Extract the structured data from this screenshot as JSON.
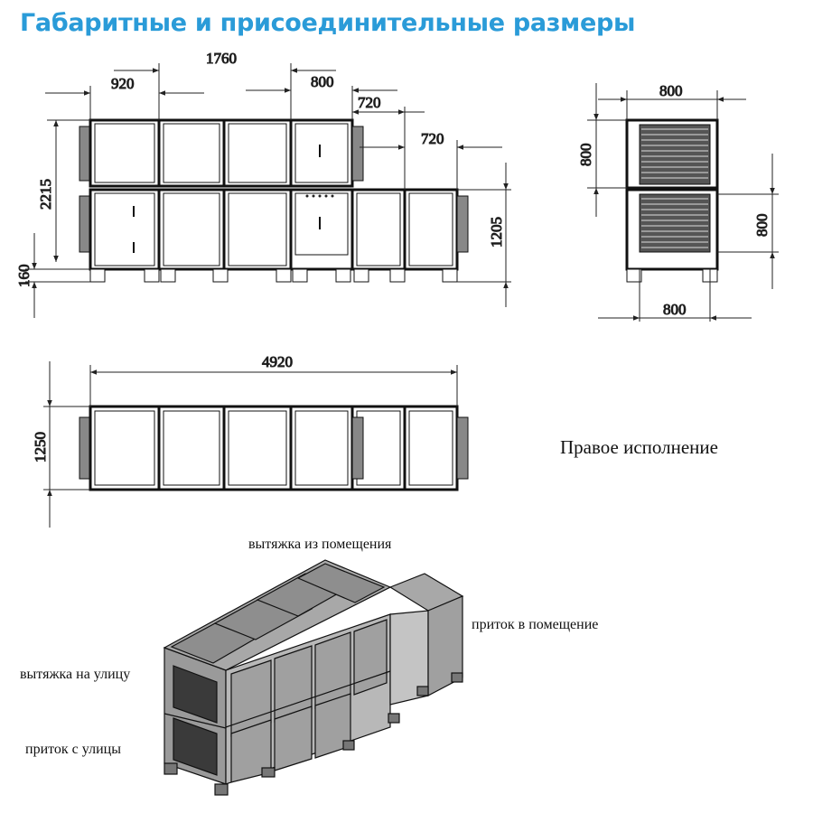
{
  "title": "Габаритные и присоединительные размеры",
  "dimensions": {
    "front_total_width": "1760",
    "front_section_a": "920",
    "front_section_b": "800",
    "front_section_c": "720",
    "front_section_d": "720",
    "front_height": "2215",
    "front_lower_height": "1205",
    "front_base": "160",
    "side_top_width": "800",
    "side_upper_height": "800",
    "side_lower_height": "800",
    "side_bottom_width": "800",
    "plan_length": "4920",
    "plan_width": "1250"
  },
  "labels": {
    "execution": "Правое исполнение",
    "exhaust_from_room": "вытяжка из помещения",
    "supply_to_room": "приток в помещение",
    "exhaust_to_street": "вытяжка на улицу",
    "supply_from_street": "приток с улицы"
  }
}
